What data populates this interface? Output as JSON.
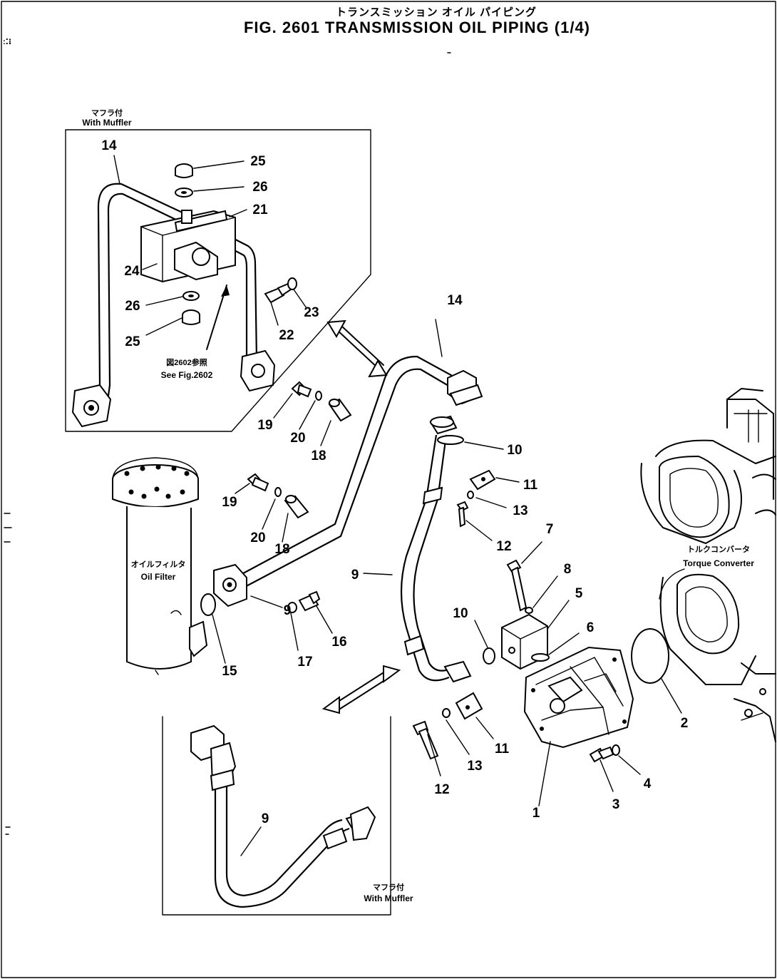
{
  "title": {
    "japanese": "トランスミッション オイル パイピング",
    "english": "FIG. 2601  TRANSMISSION OIL PIPING (1/4)"
  },
  "insets": {
    "top": {
      "label_jp": "マフラ付",
      "label_en": "With Muffler",
      "ref_jp": "図2602参照",
      "ref_en": "See Fig.2602"
    },
    "bottom": {
      "label_jp": "マフラ付",
      "label_en": "With Muffler"
    }
  },
  "components": {
    "oil_filter": {
      "label_jp": "オイルフィルタ",
      "label_en": "Oil Filter"
    },
    "torque_converter": {
      "label_jp": "トルクコンバータ",
      "label_en": "Torque Converter"
    }
  },
  "callouts": [
    "1",
    "2",
    "3",
    "4",
    "5",
    "6",
    "7",
    "8",
    "9",
    "10",
    "11",
    "12",
    "13",
    "14",
    "15",
    "16",
    "17",
    "18",
    "19",
    "20",
    "21",
    "22",
    "23",
    "24",
    "25",
    "26"
  ]
}
